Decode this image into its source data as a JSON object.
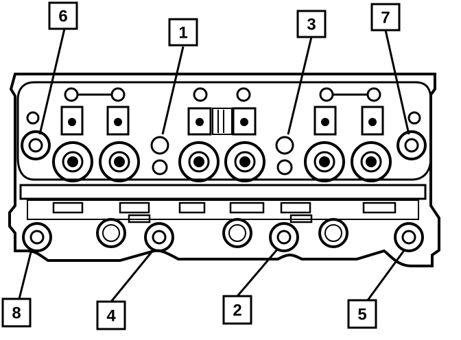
{
  "colors": {
    "ink": "#000000",
    "paper": "#ffffff"
  },
  "callouts": [
    {
      "label": "6",
      "bolt": "upper-left"
    },
    {
      "label": "1",
      "bolt": "upper-center-left"
    },
    {
      "label": "3",
      "bolt": "upper-center-right"
    },
    {
      "label": "7",
      "bolt": "upper-right"
    },
    {
      "label": "8",
      "bolt": "lower-left"
    },
    {
      "label": "4",
      "bolt": "lower-center-left"
    },
    {
      "label": "2",
      "bolt": "lower-center-right"
    },
    {
      "label": "5",
      "bolt": "lower-right"
    }
  ]
}
